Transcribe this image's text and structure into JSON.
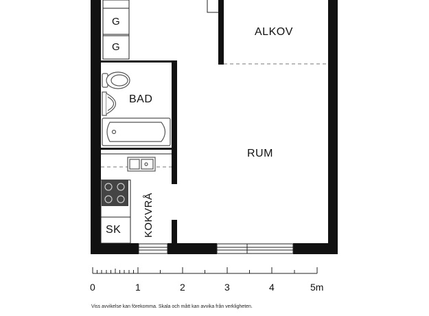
{
  "plan": {
    "rooms": {
      "alkov": "ALKOV",
      "bad": "BAD",
      "rum": "RUM",
      "sk": "SK",
      "kokvra": "KOKVRÅ",
      "closet_top": "G",
      "closet_bottom": "G"
    }
  },
  "scale": {
    "ticks": [
      "0",
      "1",
      "2",
      "3",
      "4",
      "5m"
    ],
    "disclaimer": "Viss avvikelse kan förekomma. Skala och mått kan avvika från verkligheten."
  },
  "colors": {
    "wall": "#111111",
    "line": "#222222",
    "dash": "#777777",
    "appliance": "#555555"
  }
}
